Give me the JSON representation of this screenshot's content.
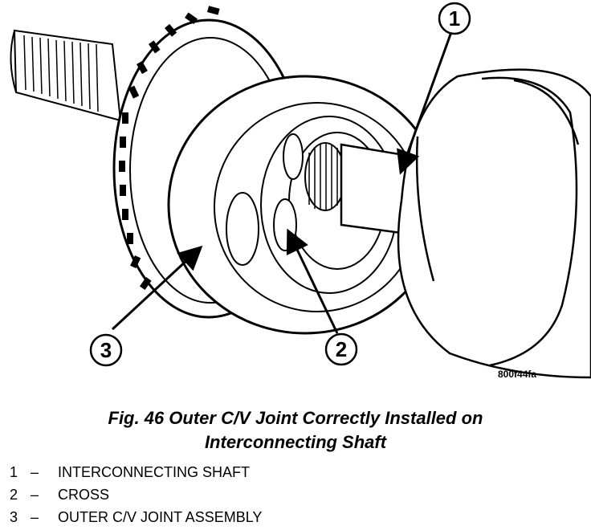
{
  "figure": {
    "code": "800f44fa",
    "caption_line1": "Fig. 46 Outer C/V Joint Correctly Installed on",
    "caption_line2": "Interconnecting Shaft"
  },
  "callouts": [
    {
      "number": "1",
      "label": "INTERCONNECTING SHAFT"
    },
    {
      "number": "2",
      "label": "CROSS"
    },
    {
      "number": "3",
      "label": "OUTER C/V JOINT ASSEMBLY"
    }
  ],
  "legend_separator": "–"
}
